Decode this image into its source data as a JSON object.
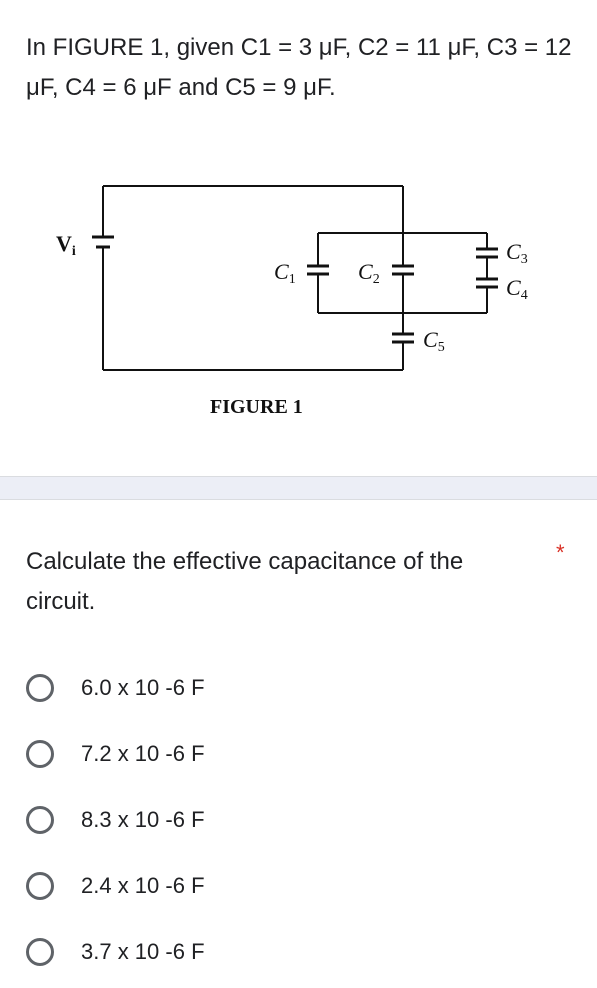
{
  "problem_text": "In FIGURE 1, given C1 = 3 μF, C2 = 11 μF, C3 = 12 μF, C4 = 6 μF and C5 = 9 μF.",
  "figure": {
    "caption": "FIGURE 1",
    "labels": {
      "source": "V",
      "source_sub": "i",
      "c1": "C",
      "c1_sub": "1",
      "c2": "C",
      "c2_sub": "2",
      "c3": "C",
      "c3_sub": "3",
      "c4": "C",
      "c4_sub": "4",
      "c5": "C",
      "c5_sub": "5"
    }
  },
  "question": {
    "text": "Calculate the effective capacitance of the circuit.",
    "required_marker": "*",
    "options": [
      {
        "label": "6.0 x 10 -6 F"
      },
      {
        "label": "7.2 x 10 -6 F"
      },
      {
        "label": "8.3 x 10 -6 F"
      },
      {
        "label": "2.4 x 10 -6 F"
      },
      {
        "label": "3.7 x 10 -6 F"
      }
    ]
  },
  "colors": {
    "required": "#d93025",
    "divider": "#eceef6",
    "radio_border": "#5f6368"
  }
}
